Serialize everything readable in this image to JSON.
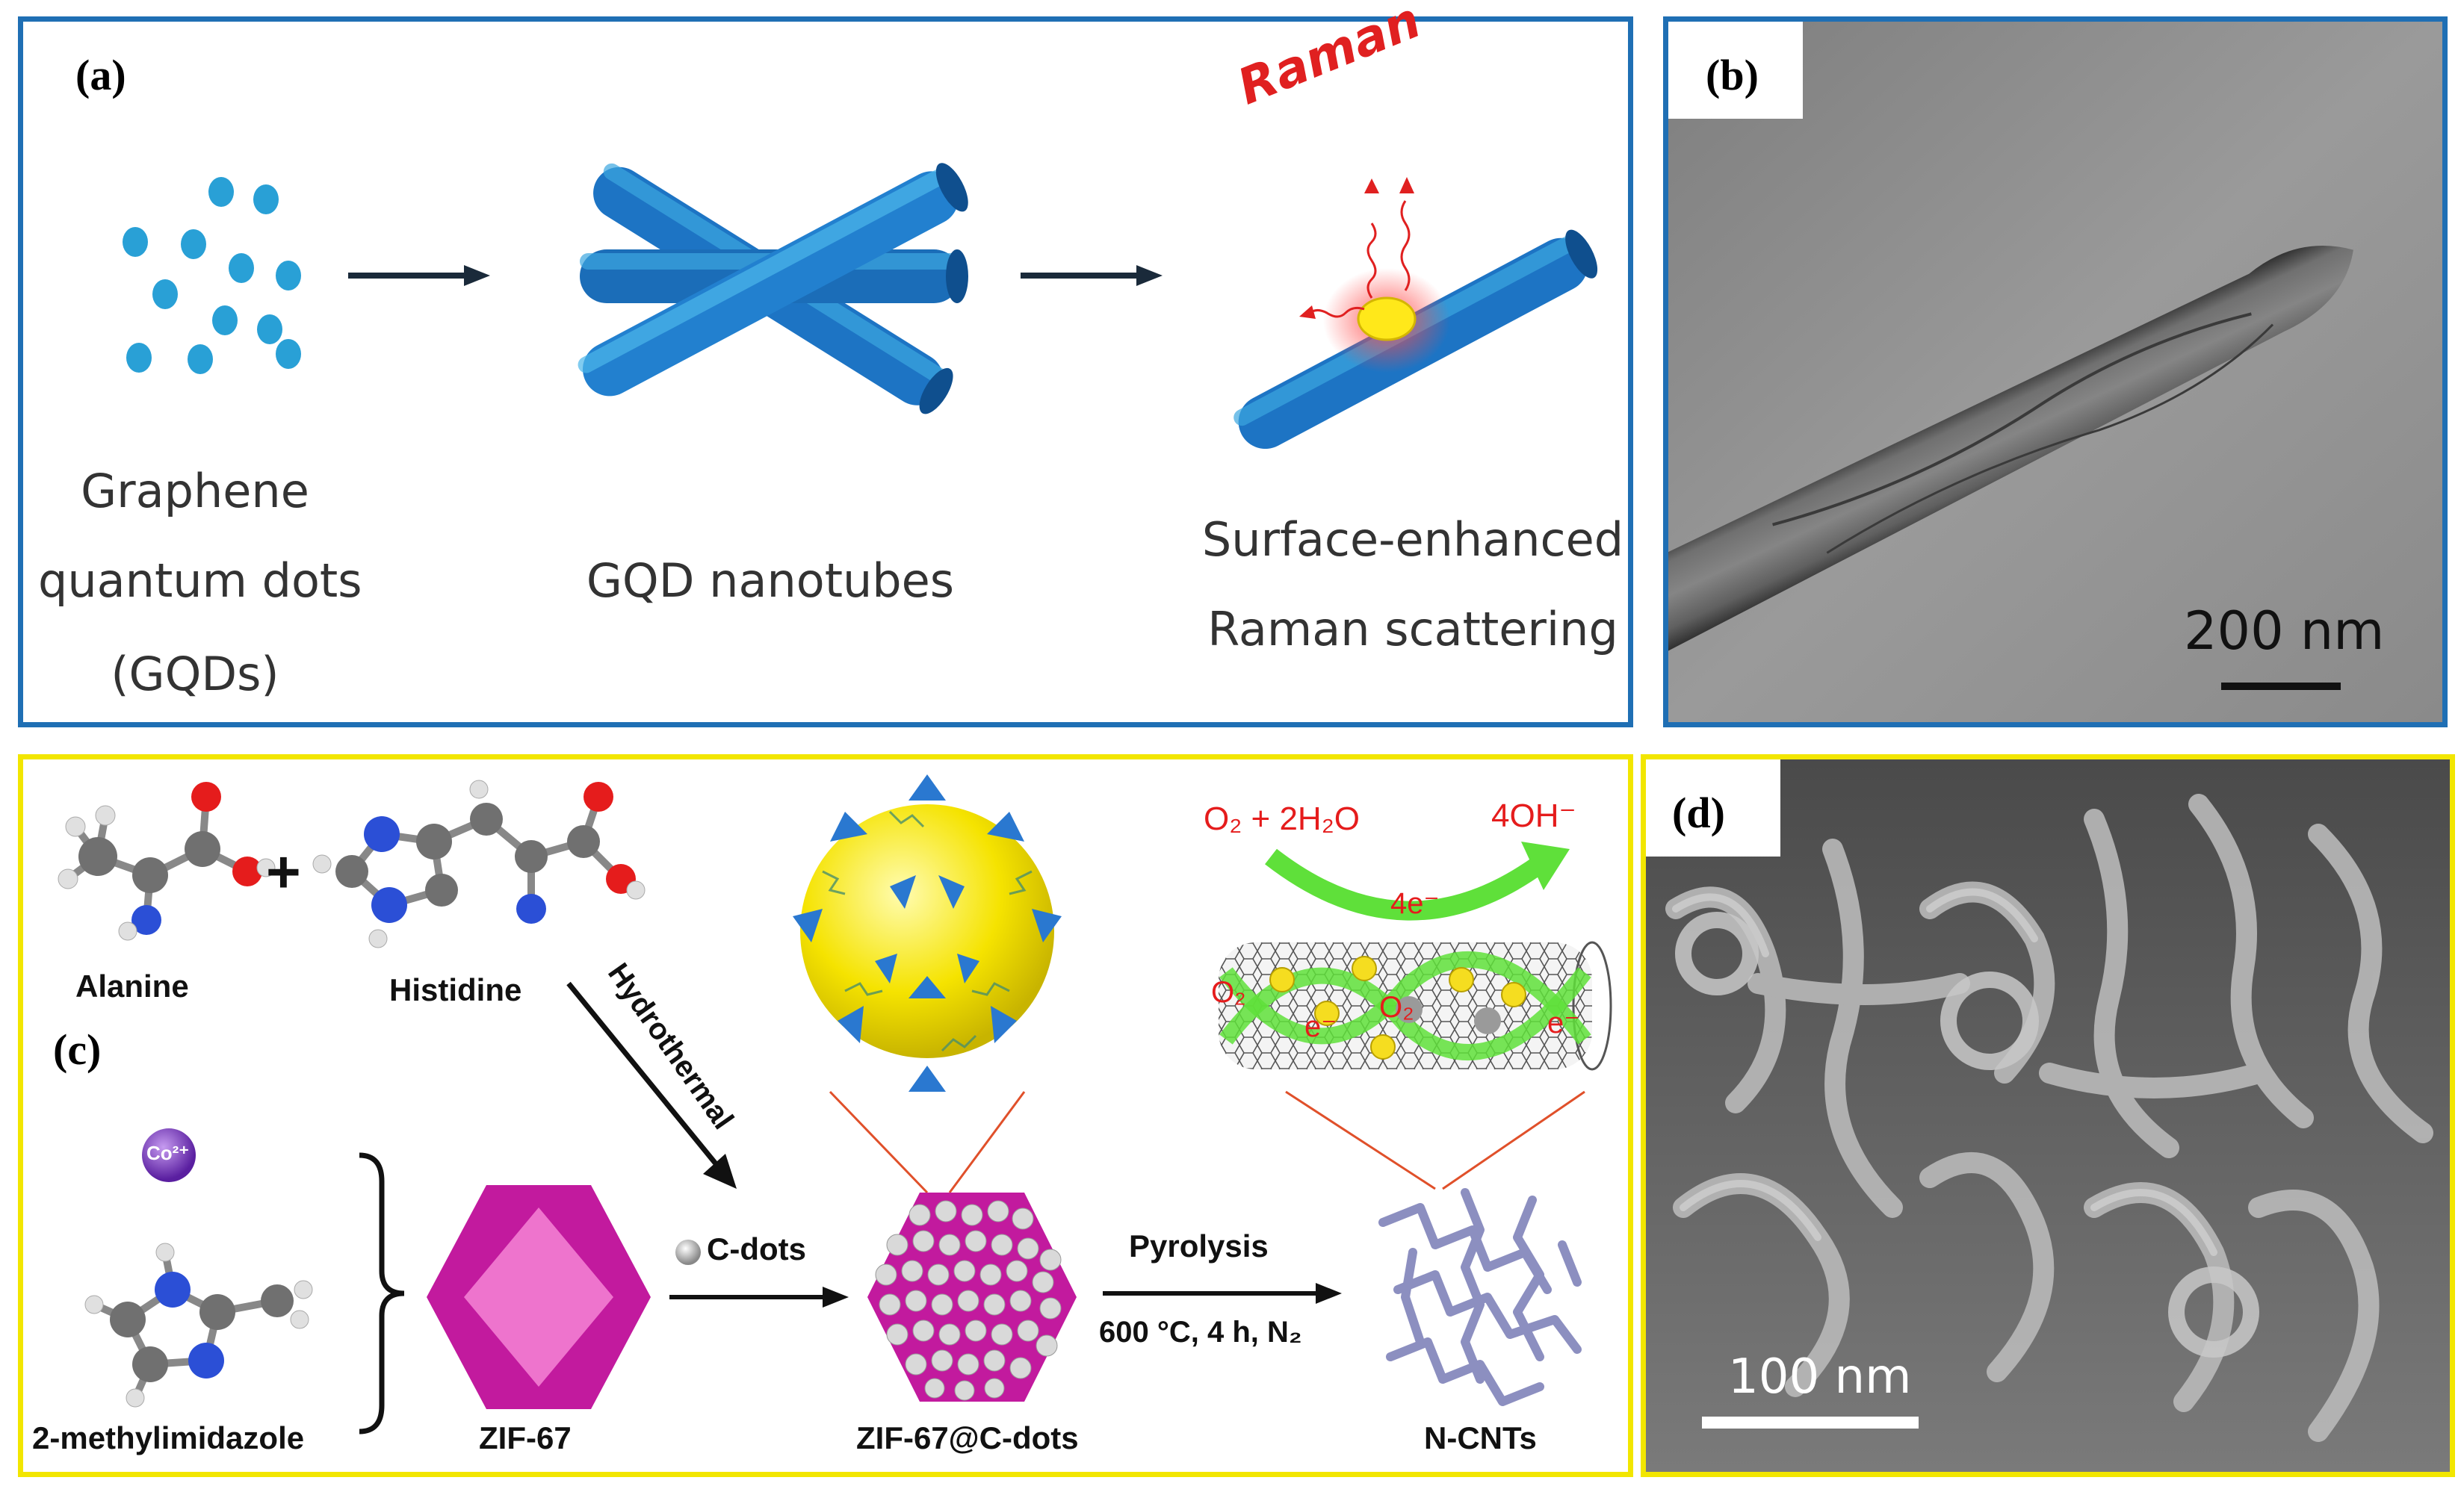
{
  "panel_a": {
    "label": "(a)",
    "caption_gqds_1": "Graphene",
    "caption_gqds_2": "quantum dots",
    "caption_gqds_3": "(GQDs)",
    "caption_nanotubes": "GQD nanotubes",
    "raman_word": "Raman",
    "caption_sers_1": "Surface-enhanced",
    "caption_sers_2": "Raman scattering",
    "border_color": "#1f6fb4"
  },
  "panel_b": {
    "label": "(b)",
    "scale_bar": "200 nm",
    "border_color": "#1f6fb4"
  },
  "panel_c": {
    "label": "(c)",
    "alanine": "Alanine",
    "histidine": "Histidine",
    "plus": "+",
    "hydrothermal": "Hydrothermal",
    "co_ion": "Co²⁺",
    "methylimidazole": "2-methylimidazole",
    "zif67": "ZIF-67",
    "cdots": "C-dots",
    "zif67_cdots": "ZIF-67@C-dots",
    "pyrolysis": "Pyrolysis",
    "conditions": "600 °C, 4 h, N₂",
    "ncnts": "N-CNTs",
    "reaction_left": "O₂ + 2H₂O",
    "reaction_right": "4OH⁻",
    "electrons": "4e⁻",
    "o2_left": "O₂",
    "o2_mid": "O₂",
    "e_1": "e⁻",
    "e_2": "e⁻",
    "border_color": "#f2e600"
  },
  "panel_d": {
    "label": "(d)",
    "scale_bar": "100 nm",
    "border_color": "#f2e600"
  }
}
